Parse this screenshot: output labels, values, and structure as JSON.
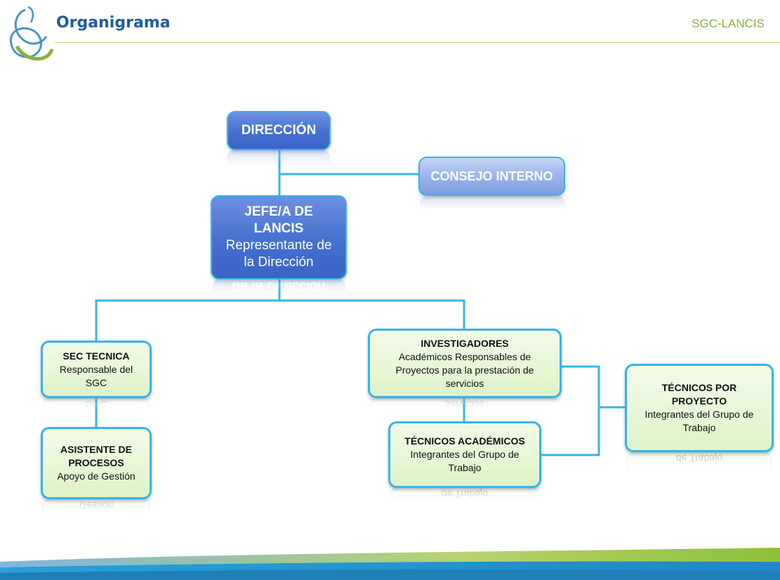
{
  "header": {
    "title": "Organigrama",
    "right_label": "SGC-LANCIS"
  },
  "colors": {
    "primary_blue": "#4470d0",
    "light_blue": "#9fb6ea",
    "connector": "#35b5e8",
    "box_green": "#def3c8",
    "accent_green": "#8ab23a",
    "title_blue": "#1f5d9c"
  },
  "nodes": {
    "direccion": {
      "title": "DIRECCIÓN"
    },
    "consejo": {
      "title": "CONSEJO INTERNO"
    },
    "jefe": {
      "title": "JEFE/A DE LANCIS",
      "subtitle": "Representante de la Dirección",
      "reflection": "de la Dirección"
    },
    "sec_tecnica": {
      "title": "SEC TECNICA",
      "subtitle": "Responsable del SGC",
      "reflection": "SGC"
    },
    "asistente": {
      "title": "ASISTENTE DE PROCESOS",
      "subtitle": "Apoyo de Gestión",
      "reflection": "Gestión"
    },
    "investigadores": {
      "title": "INVESTIGADORES",
      "subtitle": "Académicos Responsables de Proyectos para la prestación de servicios",
      "reflection": "servicios"
    },
    "tecnicos_academicos": {
      "title": "TÉCNICOS ACADÉMICOS",
      "subtitle": "Integrantes del Grupo de Trabajo",
      "reflection": "de Trabajo"
    },
    "tecnicos_proyecto": {
      "title": "TÉCNICOS POR PROYECTO",
      "subtitle": "Integrantes del Grupo de Trabajo",
      "reflection": "de Trabajo"
    }
  }
}
